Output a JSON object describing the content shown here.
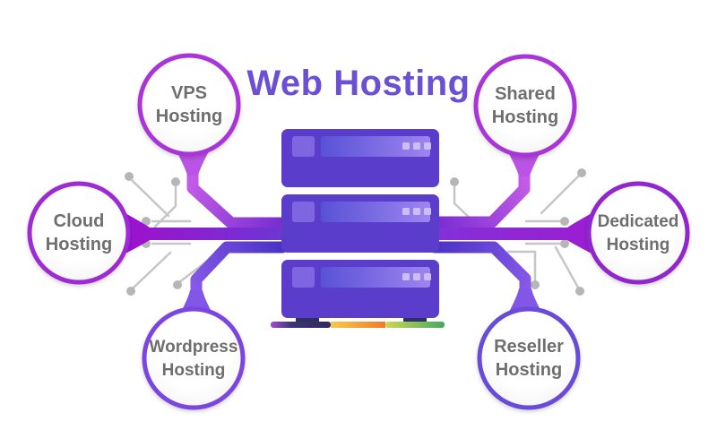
{
  "title": "Web Hosting",
  "nodes": [
    {
      "id": "vps",
      "lines": [
        "VPS",
        "Hosting"
      ]
    },
    {
      "id": "shared",
      "lines": [
        "Shared",
        "Hosting"
      ]
    },
    {
      "id": "cloud",
      "lines": [
        "Cloud",
        "Hosting"
      ]
    },
    {
      "id": "dedicated",
      "lines": [
        "Dedicated",
        "Hosting"
      ]
    },
    {
      "id": "wordpress",
      "lines": [
        "Wordpress",
        "Hosting"
      ]
    },
    {
      "id": "reseller",
      "lines": [
        "Reseller",
        "Hosting"
      ]
    }
  ],
  "colors": {
    "title": "#6b50d5",
    "node_text": "#6e6e6e",
    "server_body": "#5b3dcb",
    "ring_magenta": "#a934d8",
    "ring_purple": "#9128cf",
    "ring_violet": "#7c45e0",
    "ring_blue_violet": "#6a4cd8",
    "connector_magenta": "#c45ce8",
    "connector_purple": "#9a14ce",
    "connector_indigo": "#4c33c6",
    "base_bar_purple": "#a44ed2",
    "base_bar_orange": "#ee7b2d",
    "base_bar_green": "#45a963"
  }
}
